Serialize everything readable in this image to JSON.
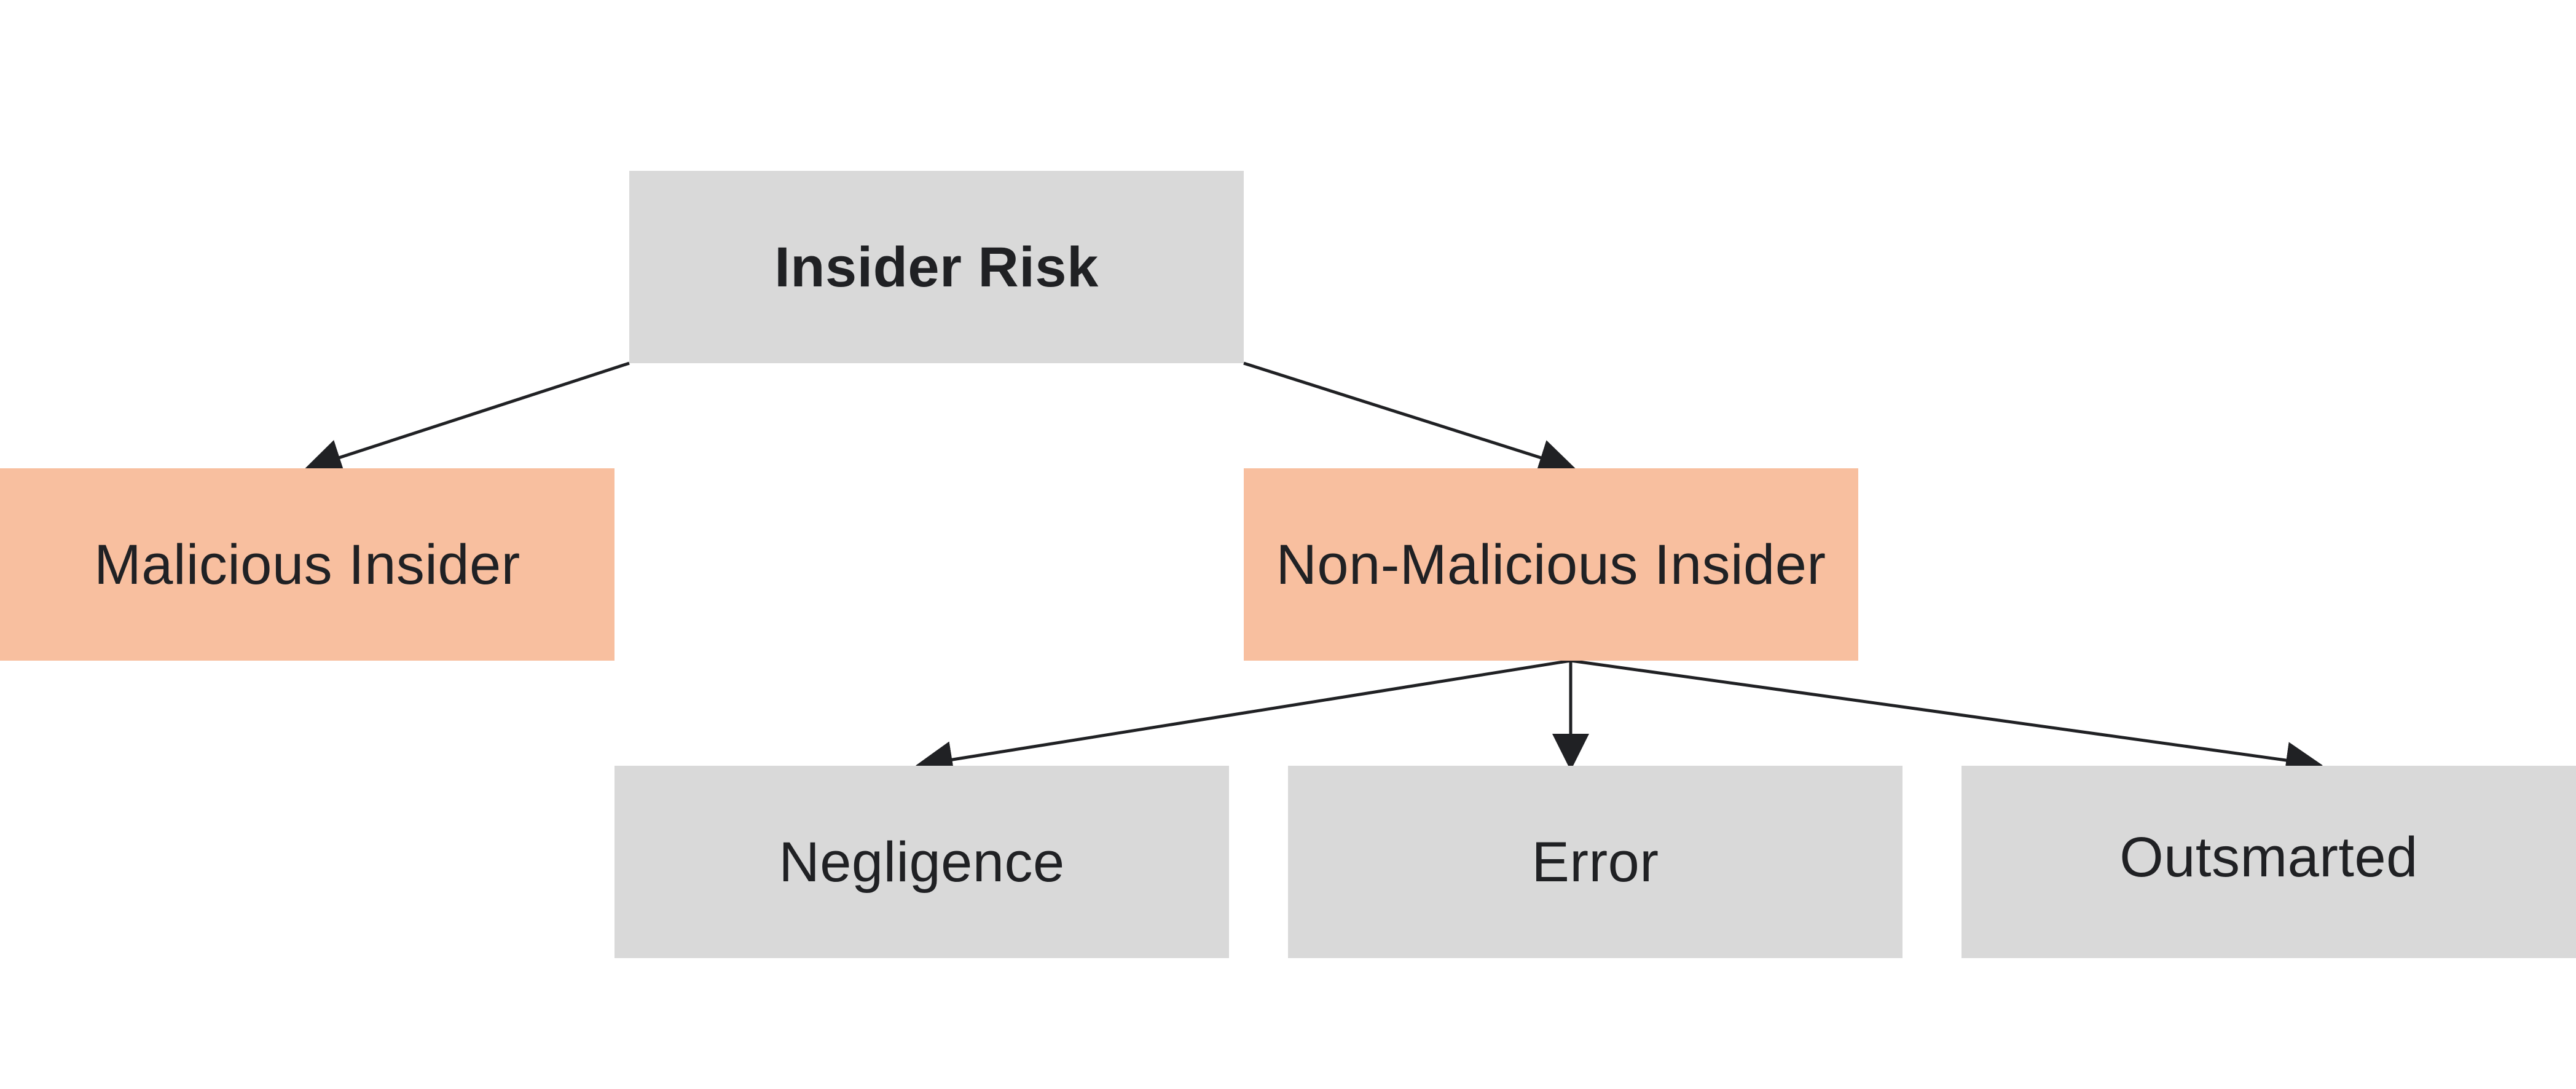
{
  "diagram": {
    "type": "hierarchy",
    "colors": {
      "root_fill": "#d9d9d9",
      "category_fill": "#f8bf9f",
      "leaf_fill": "#d9d9d9",
      "text": "#202124",
      "connector": "#202124",
      "background": "#ffffff"
    },
    "root": {
      "label": "Insider Risk"
    },
    "categories": [
      {
        "label": "Malicious Insider"
      },
      {
        "label": "Non-Malicious Insider"
      }
    ],
    "leaves": [
      {
        "label": "Negligence"
      },
      {
        "label": "Error"
      },
      {
        "label": "Outsmarted"
      }
    ],
    "edges": [
      {
        "from": "Insider Risk",
        "to": "Malicious Insider"
      },
      {
        "from": "Insider Risk",
        "to": "Non-Malicious Insider"
      },
      {
        "from": "Non-Malicious Insider",
        "to": "Negligence"
      },
      {
        "from": "Non-Malicious Insider",
        "to": "Error"
      },
      {
        "from": "Non-Malicious Insider",
        "to": "Outsmarted"
      }
    ]
  }
}
